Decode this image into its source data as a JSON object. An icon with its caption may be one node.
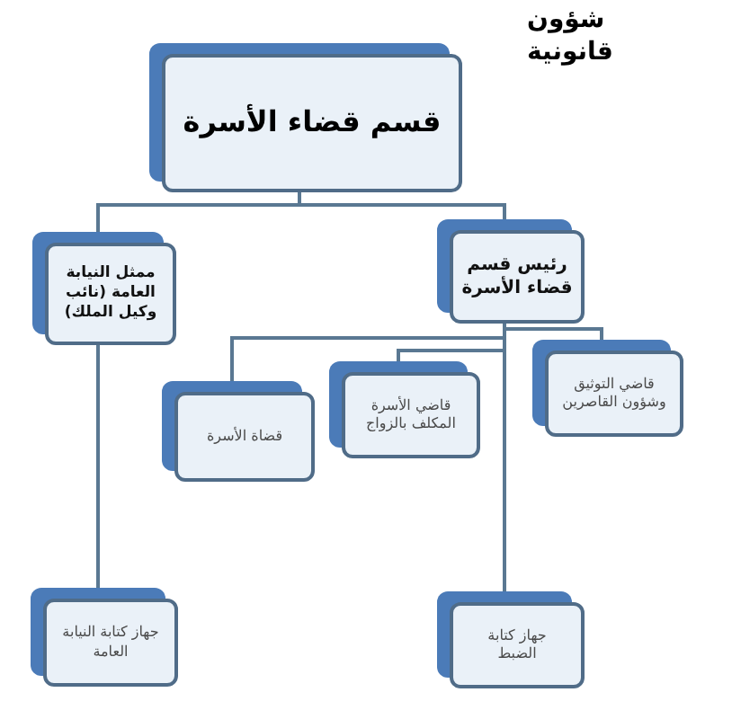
{
  "diagram": {
    "nodes": [
      {
        "text": [
          "قسم قضاء الأسرة"
        ]
      },
      {
        "text": [
          "رئيس قسم قضاء الأسرة"
        ]
      },
      {
        "text": [
          "ممثل النيابة العامة (نائب وكيل الملك)"
        ]
      },
      {
        "text": [
          "قاضي التوثيق وشؤون القاصرين"
        ]
      },
      {
        "text": [
          "قاضي الأسرة المكلف بالزواج"
        ]
      },
      {
        "text": [
          "قضاة الأسرة"
        ]
      },
      {
        "text": [
          "جهاز كتابة الضبط"
        ]
      },
      {
        "text": [
          "جهاز كتابة النيابة العامة"
        ]
      }
    ],
    "edges": [
      {
        "from": 0,
        "to": 1,
        "arrow": "none"
      },
      {
        "from": 0,
        "to": 2,
        "arrow": "none"
      },
      {
        "from": 1,
        "to": 3,
        "arrow": "none"
      },
      {
        "from": 1,
        "to": 4,
        "arrow": "none"
      },
      {
        "from": 1,
        "to": 5,
        "arrow": "none"
      },
      {
        "from": 1,
        "to": 6,
        "arrow": "none"
      },
      {
        "from": 2,
        "to": 7,
        "arrow": "none"
      }
    ],
    "labels": [
      "شؤون قانونية"
    ]
  }
}
